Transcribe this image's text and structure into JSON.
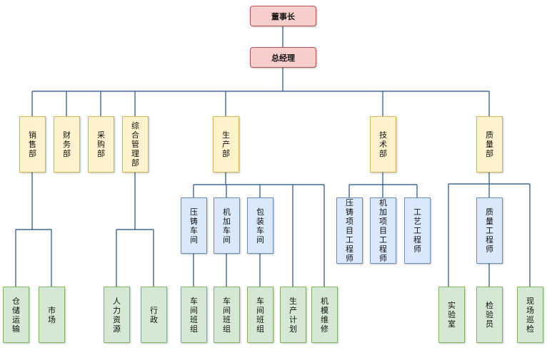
{
  "nodes": {
    "chairman": "董事长",
    "general_manager": "总经理",
    "sales": "销售部",
    "finance": "财务部",
    "purchasing": "采购部",
    "admin": "综合管理部",
    "production": "生产部",
    "technology": "技术部",
    "quality": "质量部",
    "warehouse": "仓储运输",
    "market": "市场",
    "hr": "人力资源",
    "administration": "行政",
    "die_casting_workshop": "压铸车间",
    "machining_workshop": "机加车间",
    "packaging_workshop": "包装车间",
    "die_casting_engineer": "压铸项目工程师",
    "machining_engineer": "机加项目工程师",
    "process_engineer": "工艺工程师",
    "quality_engineer": "质量工程师",
    "team_1": "车间班组",
    "team_2": "车间班组",
    "team_3": "车间班组",
    "production_planning": "生产计划",
    "mold_maintenance": "机模维修",
    "laboratory": "实验室",
    "inspector": "检验员",
    "field_patrol": "现场巡检"
  },
  "colors": {
    "executive_fill": "#f8cecc",
    "department_fill": "#fff2cc",
    "subunit_fill": "#dae8fc",
    "team_fill": "#d5e8d4",
    "connector": "#1f4e8c"
  }
}
